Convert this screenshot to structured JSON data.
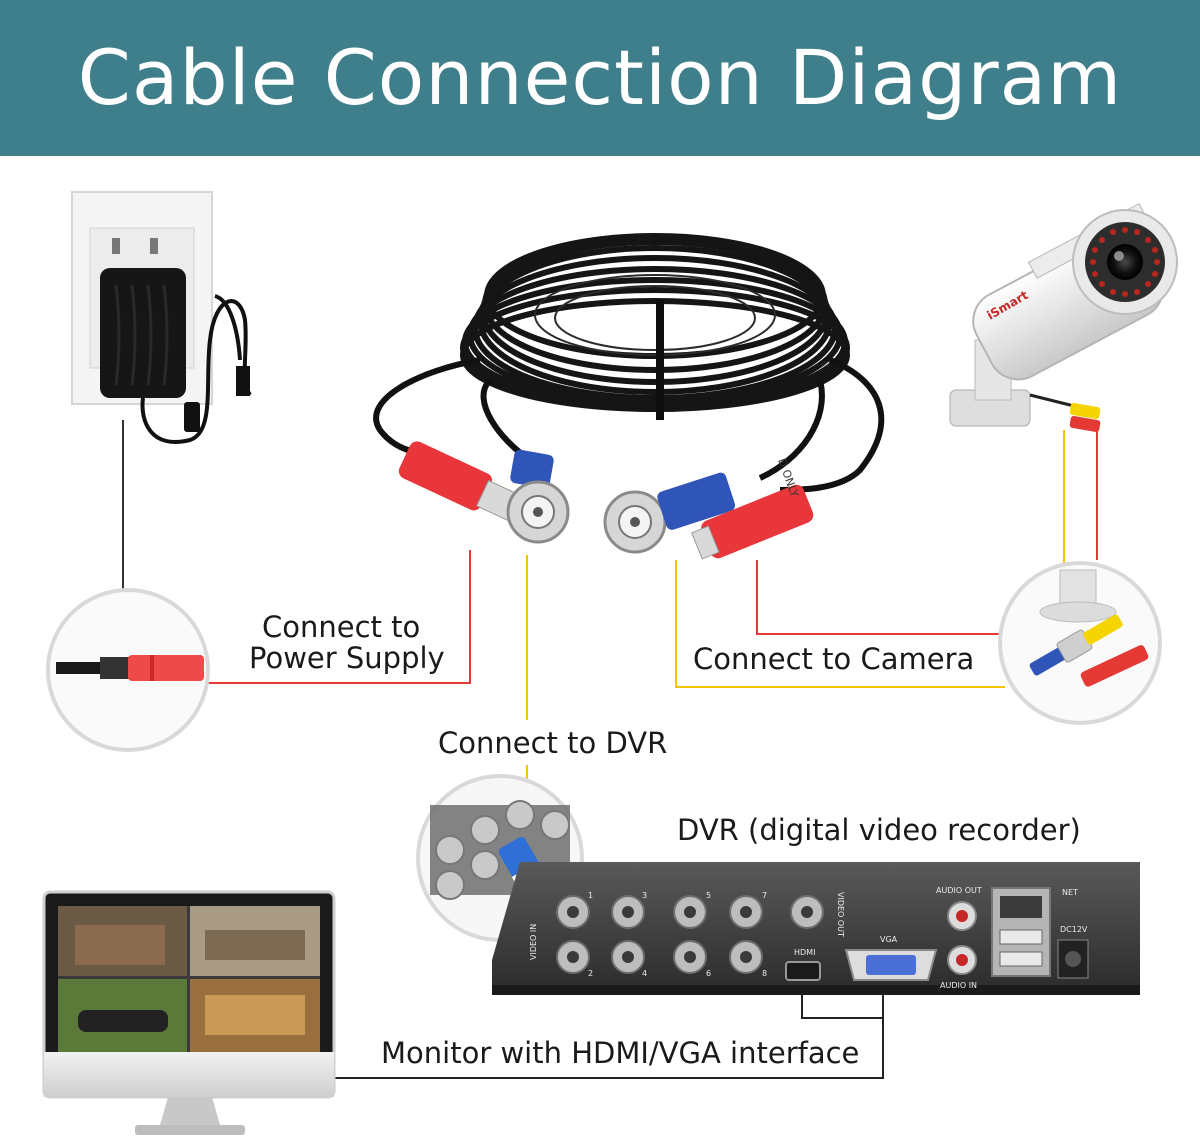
{
  "title": "Cable Connection Diagram",
  "labels": {
    "power_line1": "Connect to",
    "power_line2": "Power Supply",
    "camera": "Connect to Camera",
    "dvr": "Connect to DVR",
    "dvr_name": "DVR (digital video recorder)",
    "monitor": "Monitor with HDMI/VGA interface"
  },
  "devices": {
    "camera_brand": "iSmart",
    "cable_tag": "D ONLY",
    "dvr_panel": {
      "video_in": "VIDEO IN",
      "video_out": "VIDEO OUT",
      "hdmi": "HDMI",
      "vga": "VGA",
      "audio_out": "AUDIO OUT",
      "audio_in": "AUDIO IN",
      "net": "NET",
      "power": "DC12V",
      "channels": [
        "1",
        "2",
        "3",
        "4",
        "5",
        "6",
        "7",
        "8"
      ]
    }
  },
  "colors": {
    "header": "#3f7f8c",
    "power_line": "#e53935",
    "video_line": "#f5c400",
    "monitor_line": "#222222"
  }
}
